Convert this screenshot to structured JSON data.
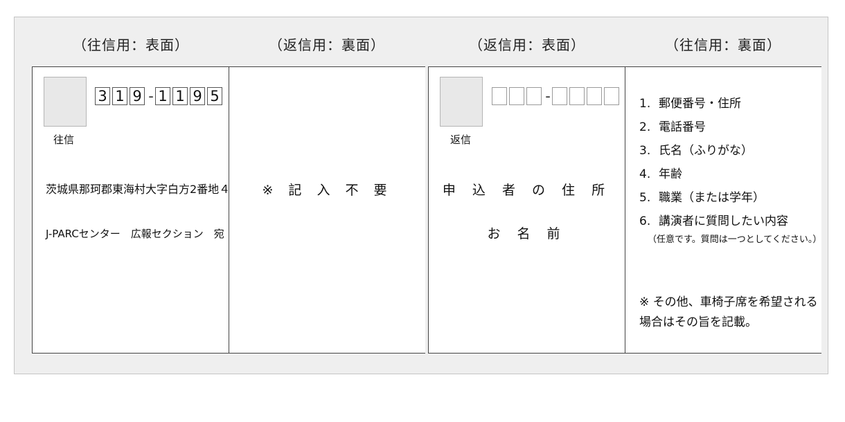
{
  "columns": {
    "outgoing_front": {
      "title": "（往信用：表面）",
      "stamp_label": "往信",
      "zip_digits": [
        "3",
        "1",
        "9",
        "1",
        "1",
        "9",
        "5"
      ],
      "zip_dash": "-",
      "address": "茨城県那珂郡東海村大字白方2番地４",
      "recipient": "J-PARCセンター　広報セクション　宛"
    },
    "reply_back": {
      "title": "（返信用：裏面）",
      "note": "※ 記 入 不 要"
    },
    "reply_front": {
      "title": "（返信用：表面）",
      "stamp_label": "返信",
      "zip_dash": "-",
      "address_label": "申 込 者 の 住 所",
      "name_label": "お 名 前"
    },
    "outgoing_back": {
      "title": "（往信用：裏面）",
      "items": [
        {
          "num": "1.",
          "text": "郵便番号・住所"
        },
        {
          "num": "2.",
          "text": "電話番号"
        },
        {
          "num": "3.",
          "text": "氏名（ふりがな）"
        },
        {
          "num": "4.",
          "text": "年齢"
        },
        {
          "num": "5.",
          "text": "職業（または学年）"
        },
        {
          "num": "6.",
          "text": "講演者に質問したい内容"
        }
      ],
      "item_note": "（任意です。質問は一つとしてください。）",
      "remark_line1": "※ その他、車椅子席を希望される",
      "remark_line2": "場合はその旨を記載。"
    }
  }
}
